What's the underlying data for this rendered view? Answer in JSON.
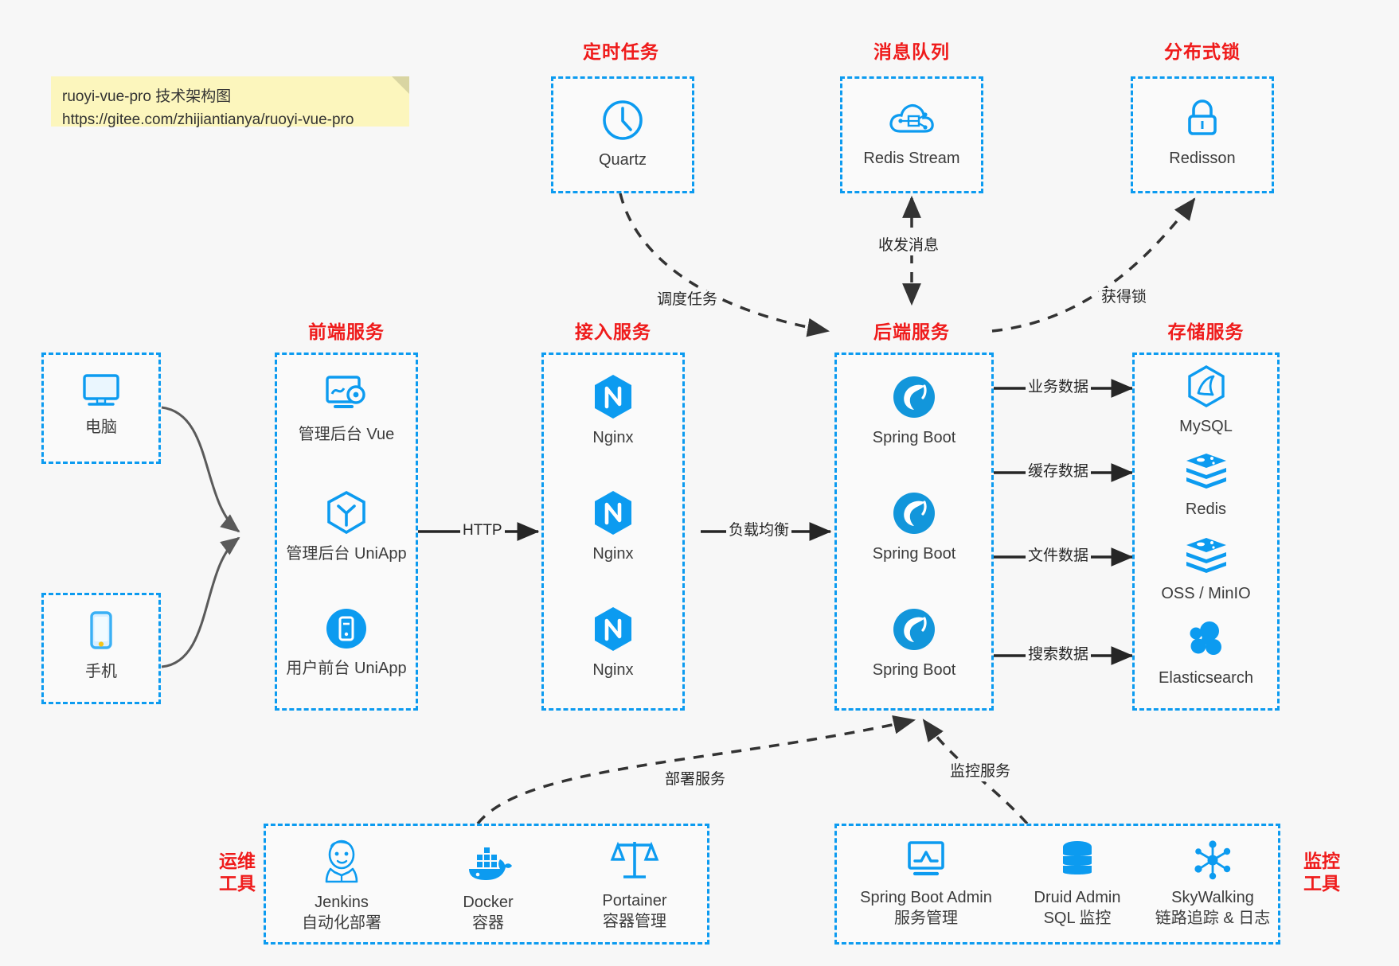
{
  "diagram": {
    "title": "ruoyi-vue-pro 技术架构图",
    "note": {
      "line1": "ruoyi-vue-pro 技术架构图",
      "line2": "https://gitee.com/zhijiantianya/ruoyi-vue-pro"
    },
    "colors": {
      "group_border": "#0c9bf0",
      "group_title": "#ef1b1b",
      "icon_blue": "#0c9bf0",
      "background": "#f7f7f7",
      "note_bg": "#fcf6bd",
      "edge": "#262626",
      "client_edge": "#5a5a5a"
    }
  },
  "groups": {
    "scheduled_tasks": {
      "title": "定时任务",
      "nodes": [
        {
          "label": "Quartz",
          "icon": "clock-icon"
        }
      ]
    },
    "message_queue": {
      "title": "消息队列",
      "nodes": [
        {
          "label": "Redis Stream",
          "icon": "cloud-stream-icon"
        }
      ]
    },
    "distributed_lock": {
      "title": "分布式锁",
      "nodes": [
        {
          "label": "Redisson",
          "icon": "lock-icon"
        }
      ]
    },
    "clients": {
      "nodes": [
        {
          "label": "电脑",
          "icon": "desktop-icon"
        },
        {
          "label": "手机",
          "icon": "mobile-phone-icon"
        }
      ]
    },
    "frontend": {
      "title": "前端服务",
      "nodes": [
        {
          "label": "管理后台 Vue",
          "icon": "admin-dashboard-icon"
        },
        {
          "label": "管理后台 UniApp",
          "icon": "uniapp-cube-icon"
        },
        {
          "label": "用户前台 UniApp",
          "icon": "mobile-app-icon"
        }
      ]
    },
    "gateway": {
      "title": "接入服务",
      "nodes": [
        {
          "label": "Nginx",
          "icon": "nginx-icon"
        },
        {
          "label": "Nginx",
          "icon": "nginx-icon"
        },
        {
          "label": "Nginx",
          "icon": "nginx-icon"
        }
      ]
    },
    "backend": {
      "title": "后端服务",
      "nodes": [
        {
          "label": "Spring Boot",
          "icon": "spring-boot-icon"
        },
        {
          "label": "Spring Boot",
          "icon": "spring-boot-icon"
        },
        {
          "label": "Spring Boot",
          "icon": "spring-boot-icon"
        }
      ]
    },
    "storage": {
      "title": "存储服务",
      "nodes": [
        {
          "label": "MySQL",
          "icon": "mysql-icon"
        },
        {
          "label": "Redis",
          "icon": "redis-icon"
        },
        {
          "label": "OSS / MinIO",
          "icon": "object-storage-icon"
        },
        {
          "label": "Elasticsearch",
          "icon": "elasticsearch-icon"
        }
      ]
    },
    "devops": {
      "title_line1": "运维",
      "title_line2": "工具",
      "nodes": [
        {
          "label": "Jenkins",
          "sublabel": "自动化部署",
          "icon": "jenkins-icon"
        },
        {
          "label": "Docker",
          "sublabel": "容器",
          "icon": "docker-icon"
        },
        {
          "label": "Portainer",
          "sublabel": "容器管理",
          "icon": "scales-icon"
        }
      ]
    },
    "monitoring": {
      "title_line1": "监控",
      "title_line2": "工具",
      "nodes": [
        {
          "label": "Spring Boot Admin",
          "sublabel": "服务管理",
          "icon": "monitor-chart-icon"
        },
        {
          "label": "Druid Admin",
          "sublabel": "SQL 监控",
          "icon": "database-icon"
        },
        {
          "label": "SkyWalking",
          "sublabel": "链路追踪 & 日志",
          "icon": "skywalking-icon"
        }
      ]
    }
  },
  "edges": [
    {
      "id": "http",
      "label": "HTTP",
      "from": "frontend",
      "to": "gateway",
      "style": "solid"
    },
    {
      "id": "lb",
      "label": "负载均衡",
      "from": "gateway",
      "to": "backend",
      "style": "solid"
    },
    {
      "id": "biz-data",
      "label": "业务数据",
      "from": "backend",
      "to": "storage",
      "style": "solid"
    },
    {
      "id": "cache-data",
      "label": "缓存数据",
      "from": "backend",
      "to": "storage",
      "style": "solid"
    },
    {
      "id": "file-data",
      "label": "文件数据",
      "from": "backend",
      "to": "storage",
      "style": "solid"
    },
    {
      "id": "search-data",
      "label": "搜索数据",
      "from": "backend",
      "to": "storage",
      "style": "solid"
    },
    {
      "id": "schedule",
      "label": "调度任务",
      "from": "scheduled_tasks",
      "to": "backend",
      "style": "dashed"
    },
    {
      "id": "messaging",
      "label": "收发消息",
      "from": "message_queue",
      "to": "backend",
      "style": "dashed-bidirectional"
    },
    {
      "id": "lock",
      "label": "获得锁",
      "from": "backend",
      "to": "distributed_lock",
      "style": "dashed"
    },
    {
      "id": "deploy",
      "label": "部署服务",
      "from": "devops",
      "to": "backend",
      "style": "dashed"
    },
    {
      "id": "monitor",
      "label": "监控服务",
      "from": "monitoring",
      "to": "backend",
      "style": "dashed"
    }
  ]
}
